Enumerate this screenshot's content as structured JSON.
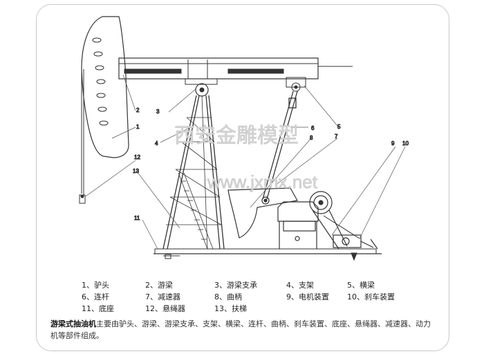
{
  "callouts": [
    "1",
    "2",
    "3",
    "4",
    "5",
    "6",
    "7",
    "8",
    "9",
    "10",
    "11",
    "12",
    "13"
  ],
  "watermark": {
    "name": "西安金雕模型",
    "url": "www.jxmx.net"
  },
  "legend": [
    [
      "1、驴头",
      "2、游梁",
      "3、游梁支承",
      "4、支架",
      "5、横梁"
    ],
    [
      "6、连杆",
      "7、减速器",
      "8、曲柄",
      "9、电机装置",
      "10、刹车装置"
    ],
    [
      "11、底座",
      "12、悬绳器",
      "13、扶梯"
    ]
  ],
  "description": {
    "term": "游梁式抽油机",
    "text": "主要由驴头、游梁、游梁支承、支架、横梁、连杆、曲柄、刹车装置、底座、悬绳器、减速器、动力机等部件组成。"
  }
}
